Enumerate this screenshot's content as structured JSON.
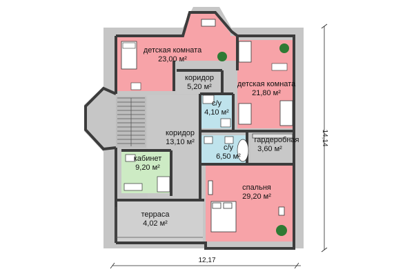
{
  "rooms": {
    "kids1": {
      "name": "детская комната",
      "area": "23,00 м²"
    },
    "kids2": {
      "name": "детская комната",
      "area": "21,80 м²"
    },
    "corr1": {
      "name": "коридор",
      "area": "5,20 м²"
    },
    "corr2": {
      "name": "коридор",
      "area": "13,10 м²"
    },
    "wc1": {
      "name": "с/у",
      "area": "4,10 м²"
    },
    "wc2": {
      "name": "с/у",
      "area": "6,50 м²"
    },
    "wardrobe": {
      "name": "гардеробная",
      "area": "3,60 м²"
    },
    "study": {
      "name": "кабинет",
      "area": "9,20 м²"
    },
    "bedroom": {
      "name": "спальня",
      "area": "29,20 м²"
    },
    "terrace": {
      "name": "терраса",
      "area": "4,02 м²"
    }
  },
  "dimensions": {
    "width": "12,17",
    "height": "14,14"
  },
  "colors": {
    "kids": "#f7a3a8",
    "bedroom": "#f7a3a8",
    "corridor": "#c8c8c8",
    "bath": "#bfe3ec",
    "study": "#cdebc4",
    "terrace": "#d0d0d0",
    "wall": "#3c3c3c"
  }
}
